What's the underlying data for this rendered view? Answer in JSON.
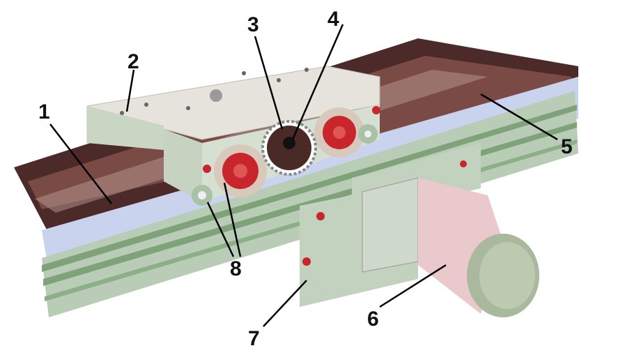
{
  "labels": [
    {
      "id": "1",
      "text": "1"
    },
    {
      "id": "2",
      "text": "2"
    },
    {
      "id": "3",
      "text": "3"
    },
    {
      "id": "4",
      "text": "4"
    },
    {
      "id": "5",
      "text": "5"
    },
    {
      "id": "6",
      "text": "6"
    },
    {
      "id": "7",
      "text": "7"
    },
    {
      "id": "8",
      "text": "8"
    }
  ],
  "colors": {
    "rail_green": "#b9cdb6",
    "rail_dark": "#5a2e2e",
    "belt_blue": "#c9d3ee",
    "carriage": "#e6e3dc",
    "wheel_red": "#c8262c",
    "motor": "#e9c9cc",
    "motor_cap": "#aab89e"
  }
}
